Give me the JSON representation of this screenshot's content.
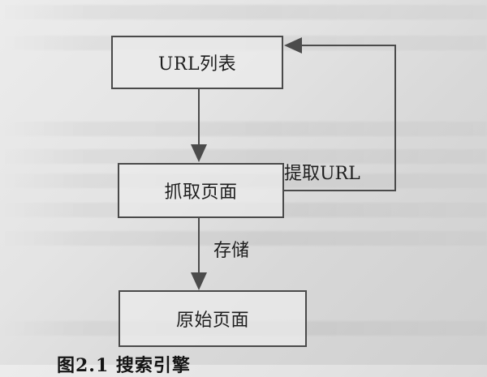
{
  "diagram": {
    "nodes": {
      "url_list": {
        "label": "URL列表"
      },
      "fetch_page": {
        "label": "抓取页面"
      },
      "raw_page": {
        "label": "原始页面"
      }
    },
    "edges": {
      "fetch_to_raw": {
        "label": "存储"
      },
      "fetch_to_url": {
        "label": "提取URL"
      }
    },
    "caption": "图2.1 搜索引擎"
  }
}
